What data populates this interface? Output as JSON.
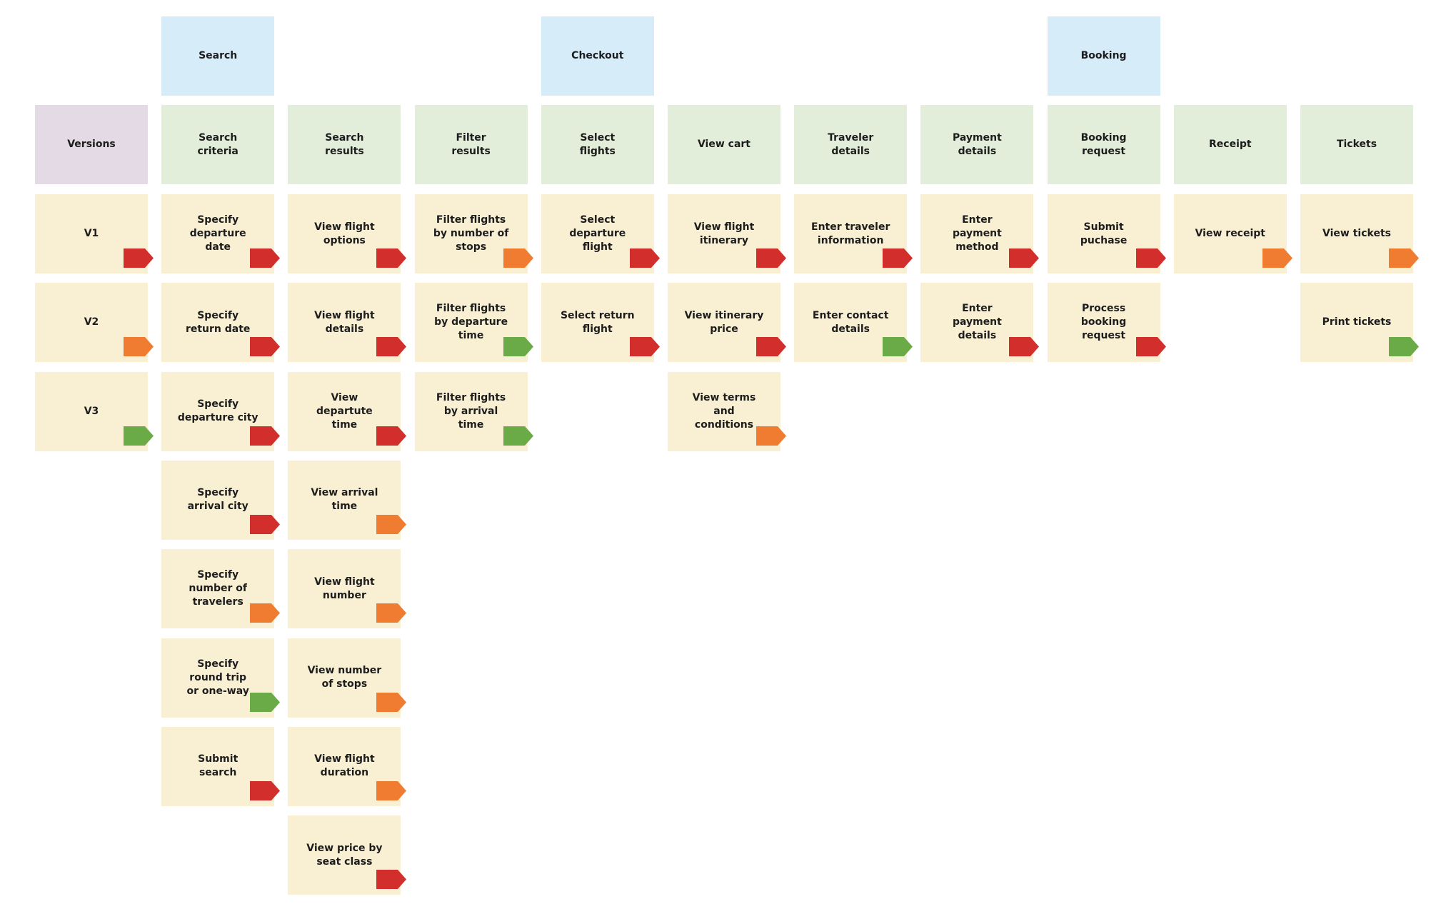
{
  "colors": {
    "priority_red": "#d22f2c",
    "priority_orange": "#ef7c30",
    "priority_green": "#6aab47",
    "epic_bg": "#d6edf9",
    "activity_bg": "#e2eed9",
    "version_bg": "#e3dae5",
    "story_bg": "#f9f0d3"
  },
  "epics": [
    {
      "col": 1,
      "label": "Search"
    },
    {
      "col": 4,
      "label": "Checkout"
    },
    {
      "col": 8,
      "label": "Booking"
    }
  ],
  "columns": [
    {
      "title": "Versions",
      "kind": "version",
      "cards": [
        {
          "text": "V1",
          "priority": "red"
        },
        {
          "text": "V2",
          "priority": "orange"
        },
        {
          "text": "V3",
          "priority": "green"
        }
      ]
    },
    {
      "title": "Search\ncriteria",
      "kind": "activity",
      "cards": [
        {
          "text": "Specify\ndeparture\ndate",
          "priority": "red"
        },
        {
          "text": "Specify\nreturn date",
          "priority": "red"
        },
        {
          "text": "Specify\ndeparture city",
          "priority": "red"
        },
        {
          "text": "Specify\narrival city",
          "priority": "red"
        },
        {
          "text": "Specify\nnumber of\ntravelers",
          "priority": "orange"
        },
        {
          "text": "Specify\nround trip\nor one-way",
          "priority": "green"
        },
        {
          "text": "Submit\nsearch",
          "priority": "red"
        }
      ]
    },
    {
      "title": "Search\nresults",
      "kind": "activity",
      "cards": [
        {
          "text": "View flight\noptions",
          "priority": "red"
        },
        {
          "text": "View flight\ndetails",
          "priority": "red"
        },
        {
          "text": "View\ndepartute\ntime",
          "priority": "red"
        },
        {
          "text": "View arrival\ntime",
          "priority": "orange"
        },
        {
          "text": "View flight\nnumber",
          "priority": "orange"
        },
        {
          "text": "View number\nof stops",
          "priority": "orange"
        },
        {
          "text": "View flight\nduration",
          "priority": "orange"
        },
        {
          "text": "View price by\nseat class",
          "priority": "red"
        }
      ]
    },
    {
      "title": "Filter\nresults",
      "kind": "activity",
      "cards": [
        {
          "text": "Filter flights\nby number of\nstops",
          "priority": "orange"
        },
        {
          "text": "Filter flights\nby departure\ntime",
          "priority": "green"
        },
        {
          "text": "Filter flights\nby arrival\ntime",
          "priority": "green"
        }
      ]
    },
    {
      "title": "Select\nflights",
      "kind": "activity",
      "cards": [
        {
          "text": "Select\ndeparture\nflight",
          "priority": "red"
        },
        {
          "text": "Select return\nflight",
          "priority": "red"
        }
      ]
    },
    {
      "title": "View cart",
      "kind": "activity",
      "cards": [
        {
          "text": "View flight\nitinerary",
          "priority": "red"
        },
        {
          "text": "View itinerary\nprice",
          "priority": "red"
        },
        {
          "text": "View terms\nand\nconditions",
          "priority": "orange"
        }
      ]
    },
    {
      "title": "Traveler\ndetails",
      "kind": "activity",
      "cards": [
        {
          "text": "Enter traveler\ninformation",
          "priority": "red"
        },
        {
          "text": "Enter contact\ndetails",
          "priority": "green"
        }
      ]
    },
    {
      "title": "Payment\ndetails",
      "kind": "activity",
      "cards": [
        {
          "text": "Enter\npayment\nmethod",
          "priority": "red"
        },
        {
          "text": "Enter\npayment\ndetails",
          "priority": "red"
        }
      ]
    },
    {
      "title": "Booking\nrequest",
      "kind": "activity",
      "cards": [
        {
          "text": "Submit\npuchase",
          "priority": "red"
        },
        {
          "text": "Process\nbooking\nrequest",
          "priority": "red"
        }
      ]
    },
    {
      "title": "Receipt",
      "kind": "activity",
      "cards": [
        {
          "text": "View receipt",
          "priority": "orange"
        }
      ]
    },
    {
      "title": "Tickets",
      "kind": "activity",
      "cards": [
        {
          "text": "View tickets",
          "priority": "orange"
        },
        {
          "text": "Print tickets",
          "priority": "green"
        }
      ]
    }
  ]
}
